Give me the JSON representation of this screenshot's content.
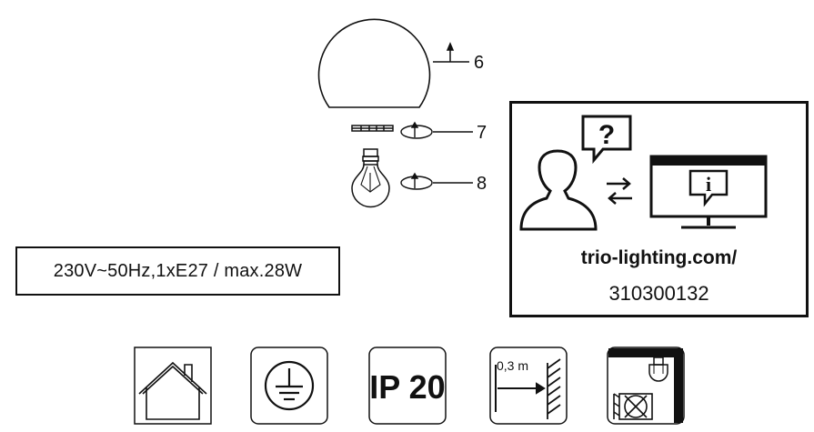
{
  "parts": [
    {
      "number": "6"
    },
    {
      "number": "7"
    },
    {
      "number": "8"
    }
  ],
  "spec": {
    "text": "230V~50Hz,1xE27 / max.28W"
  },
  "info_panel": {
    "url": "trio-lighting.com/",
    "code": "310300132",
    "question_mark": "?",
    "info_letter": "i"
  },
  "symbols": {
    "indoor_icon": "house-icon",
    "earth_icon": "protective-earth-icon",
    "ip_rating": "IP 20",
    "distance": "0,3 m",
    "no_downlight_icon": "no-ceiling-lamp-icon"
  }
}
